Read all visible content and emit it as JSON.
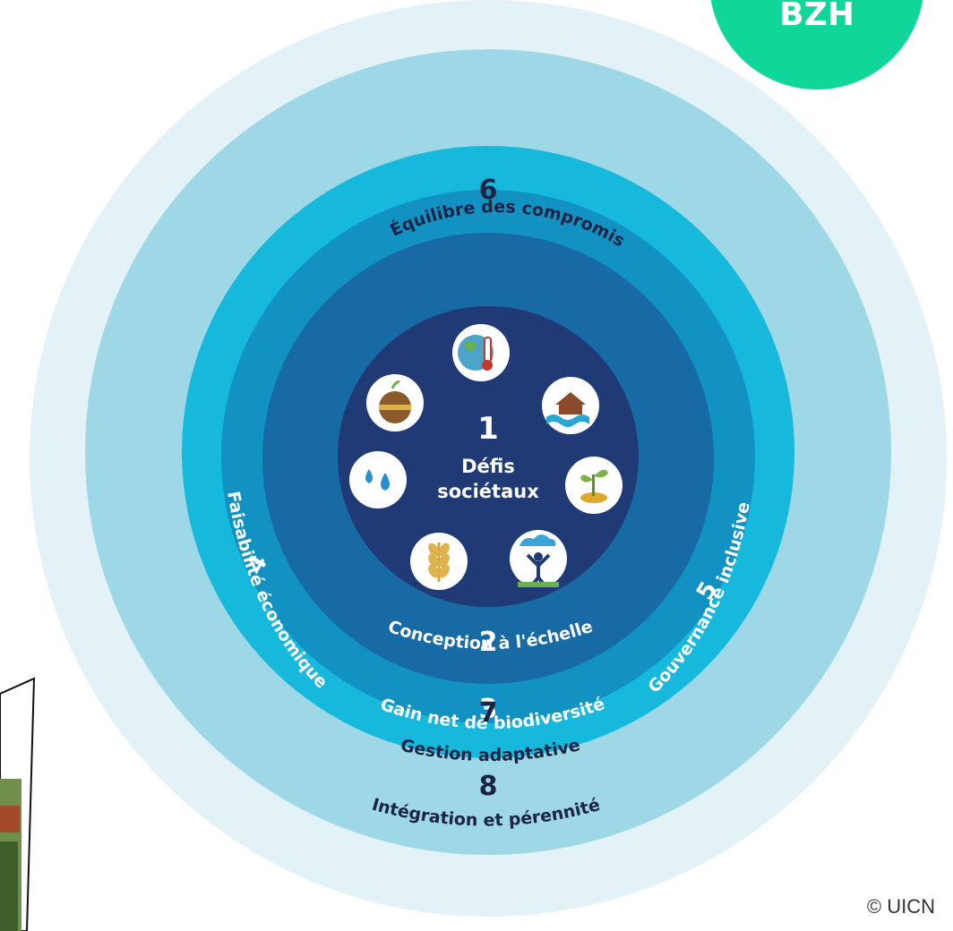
{
  "badge": {
    "label": "BZH",
    "color": "#10d69a"
  },
  "credit": "© UICN",
  "center": {
    "number": "1",
    "line1": "Défis",
    "line2": "sociétaux"
  },
  "criteria": [
    {
      "number": "2",
      "label": "Conception à l'échelle"
    },
    {
      "number": "3",
      "label": "Gain net de biodiversité"
    },
    {
      "number": "4",
      "label": "Faisabilité économique"
    },
    {
      "number": "5",
      "label": "Gouvernance inclusive"
    },
    {
      "number": "6",
      "label": "Équilibre des compromis"
    },
    {
      "number": "7",
      "label": "Gestion adaptative"
    },
    {
      "number": "8",
      "label": "Intégration et pérennité"
    }
  ],
  "icons": [
    "globe-thermometer-icon",
    "flooded-house-icon",
    "plant-coin-icon",
    "person-rain-icon",
    "wheat-icon",
    "water-drops-icon",
    "soil-acorn-icon"
  ],
  "colors": {
    "ring8": "#e3f2f7",
    "ring7": "#9ed8e6",
    "ring6": "#16b8dc",
    "ring345": "#1192c2",
    "ring2": "#176aa3",
    "core": "#1f3a75",
    "text_dark": "#1b2445"
  }
}
